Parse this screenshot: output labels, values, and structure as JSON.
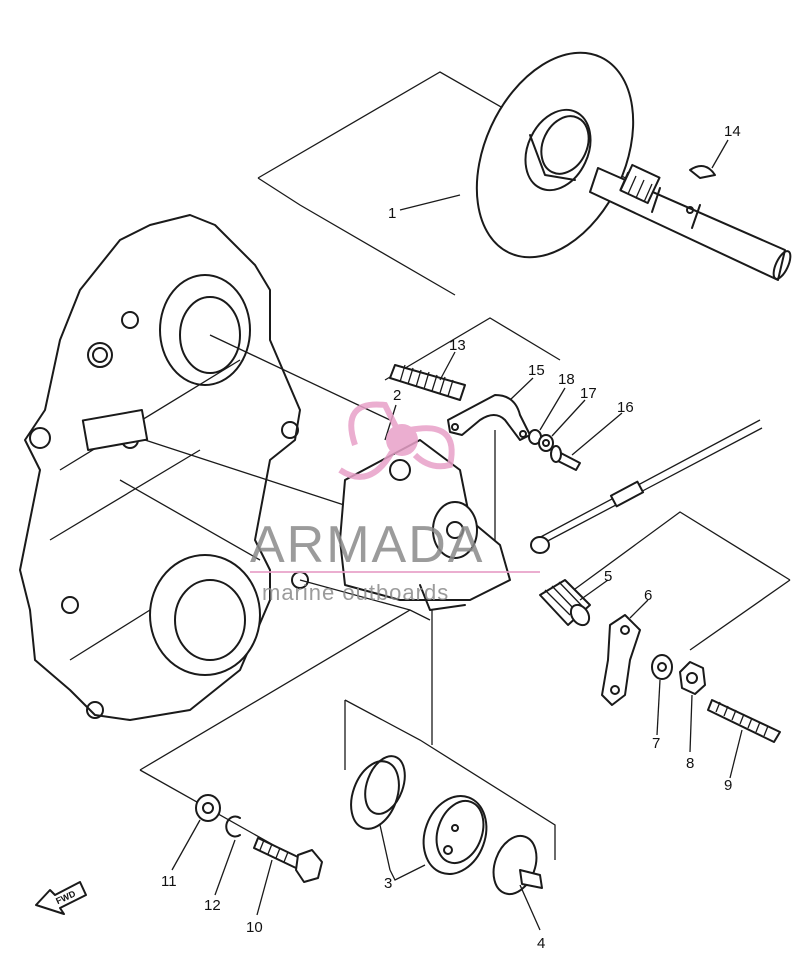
{
  "diagram": {
    "parts": [
      {
        "id": "part-1",
        "number": "1"
      },
      {
        "id": "part-2",
        "number": "2"
      },
      {
        "id": "part-3",
        "number": "3"
      },
      {
        "id": "part-4",
        "number": "4"
      },
      {
        "id": "part-5",
        "number": "5"
      },
      {
        "id": "part-6",
        "number": "6"
      },
      {
        "id": "part-7",
        "number": "7"
      },
      {
        "id": "part-8",
        "number": "8"
      },
      {
        "id": "part-9",
        "number": "9"
      },
      {
        "id": "part-10",
        "number": "10"
      },
      {
        "id": "part-11",
        "number": "11"
      },
      {
        "id": "part-12",
        "number": "12"
      },
      {
        "id": "part-13",
        "number": "13"
      },
      {
        "id": "part-14",
        "number": "14"
      },
      {
        "id": "part-15",
        "number": "15"
      },
      {
        "id": "part-16",
        "number": "16"
      },
      {
        "id": "part-17",
        "number": "17"
      },
      {
        "id": "part-18",
        "number": "18"
      }
    ],
    "direction_marker": "FWD"
  },
  "watermark": {
    "brand": "ARMADA",
    "tagline": "marine outboards",
    "accent_color": "#e8a0c8",
    "text_color": "#8a8a8a"
  }
}
